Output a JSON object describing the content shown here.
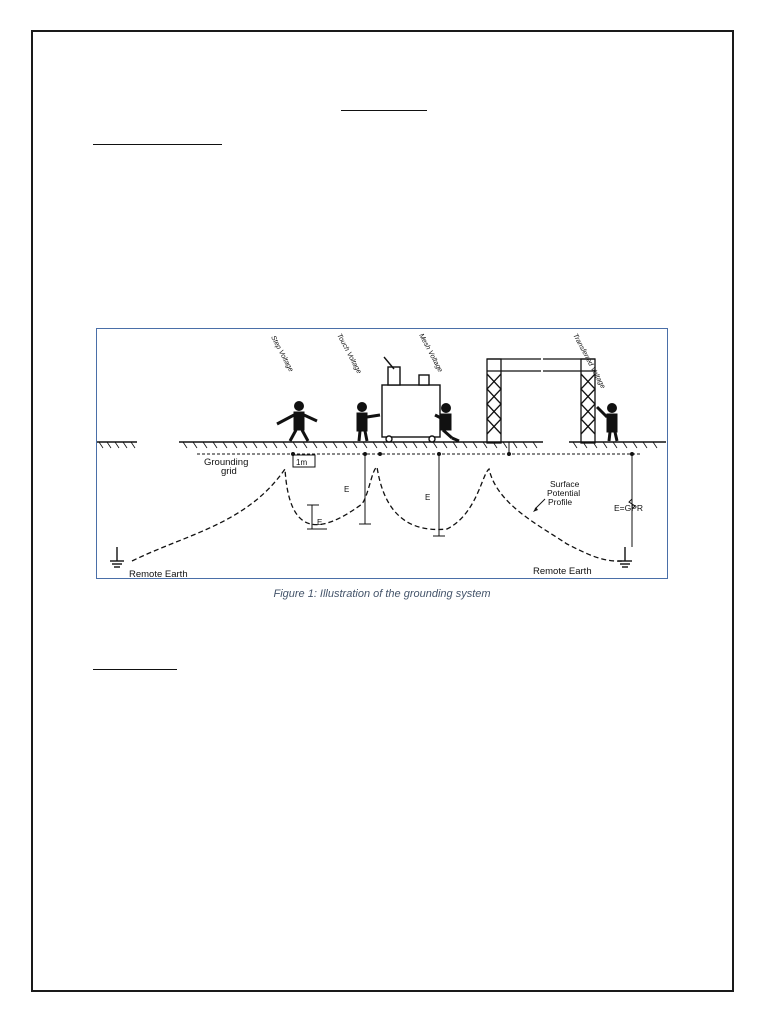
{
  "figure": {
    "caption": "Figure 1: Illustration of the grounding system",
    "labels": {
      "step_voltage": "Step Voltage",
      "touch_voltage": "Touch Voltage",
      "mesh_voltage": "Mesh Voltage",
      "transferred_voltage": "Transferred Voltage",
      "grounding_grid_line1": "Grounding",
      "grounding_grid_line2": "grid",
      "one_meter": "1m",
      "surface_profile_line1": "Surface",
      "surface_profile_line2": "Potential",
      "surface_profile_line3": "Profile",
      "e_touch": "E",
      "e_step": "E",
      "e_mesh": "E",
      "e_transfer_gpr": "E=GPR",
      "remote_earth_left": "Remote Earth",
      "remote_earth_right": "Remote Earth"
    }
  }
}
